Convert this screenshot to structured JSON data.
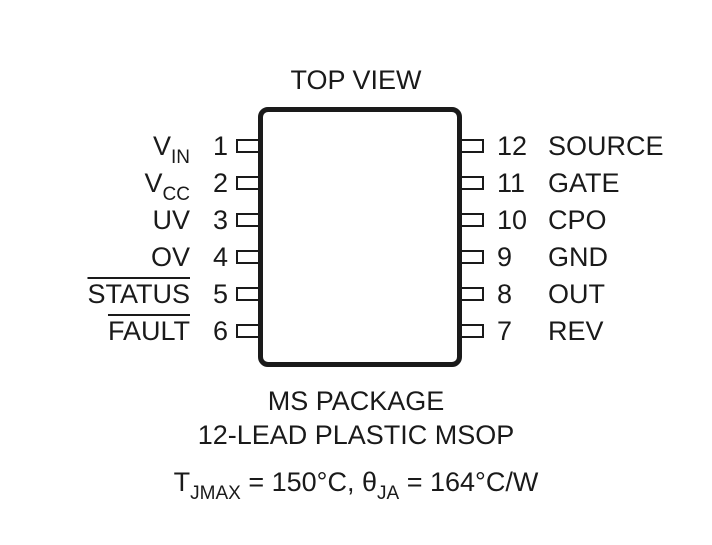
{
  "title": "TOP VIEW",
  "package": {
    "line1": "MS PACKAGE",
    "line2": "12-LEAD PLASTIC MSOP"
  },
  "thermal": {
    "tjmax_symbol": "T",
    "tjmax_sub": "JMAX",
    "tjmax_value": " = 150°C, ",
    "theta_symbol": "θ",
    "theta_sub": "JA",
    "theta_value": " = 164°C/W"
  },
  "left_pins": [
    {
      "number": "1",
      "name_main": "V",
      "name_sub": "IN",
      "overbar": false
    },
    {
      "number": "2",
      "name_main": "V",
      "name_sub": "CC",
      "overbar": false
    },
    {
      "number": "3",
      "name_main": "UV",
      "name_sub": "",
      "overbar": false
    },
    {
      "number": "4",
      "name_main": "OV",
      "name_sub": "",
      "overbar": false
    },
    {
      "number": "5",
      "name_main": "STATUS",
      "name_sub": "",
      "overbar": true
    },
    {
      "number": "6",
      "name_main": "FAULT",
      "name_sub": "",
      "overbar": true
    }
  ],
  "right_pins": [
    {
      "number": "12",
      "name": "SOURCE"
    },
    {
      "number": "11",
      "name": "GATE"
    },
    {
      "number": "10",
      "name": "CPO"
    },
    {
      "number": "9",
      "name": "GND"
    },
    {
      "number": "8",
      "name": "OUT"
    },
    {
      "number": "7",
      "name": "REV"
    }
  ]
}
